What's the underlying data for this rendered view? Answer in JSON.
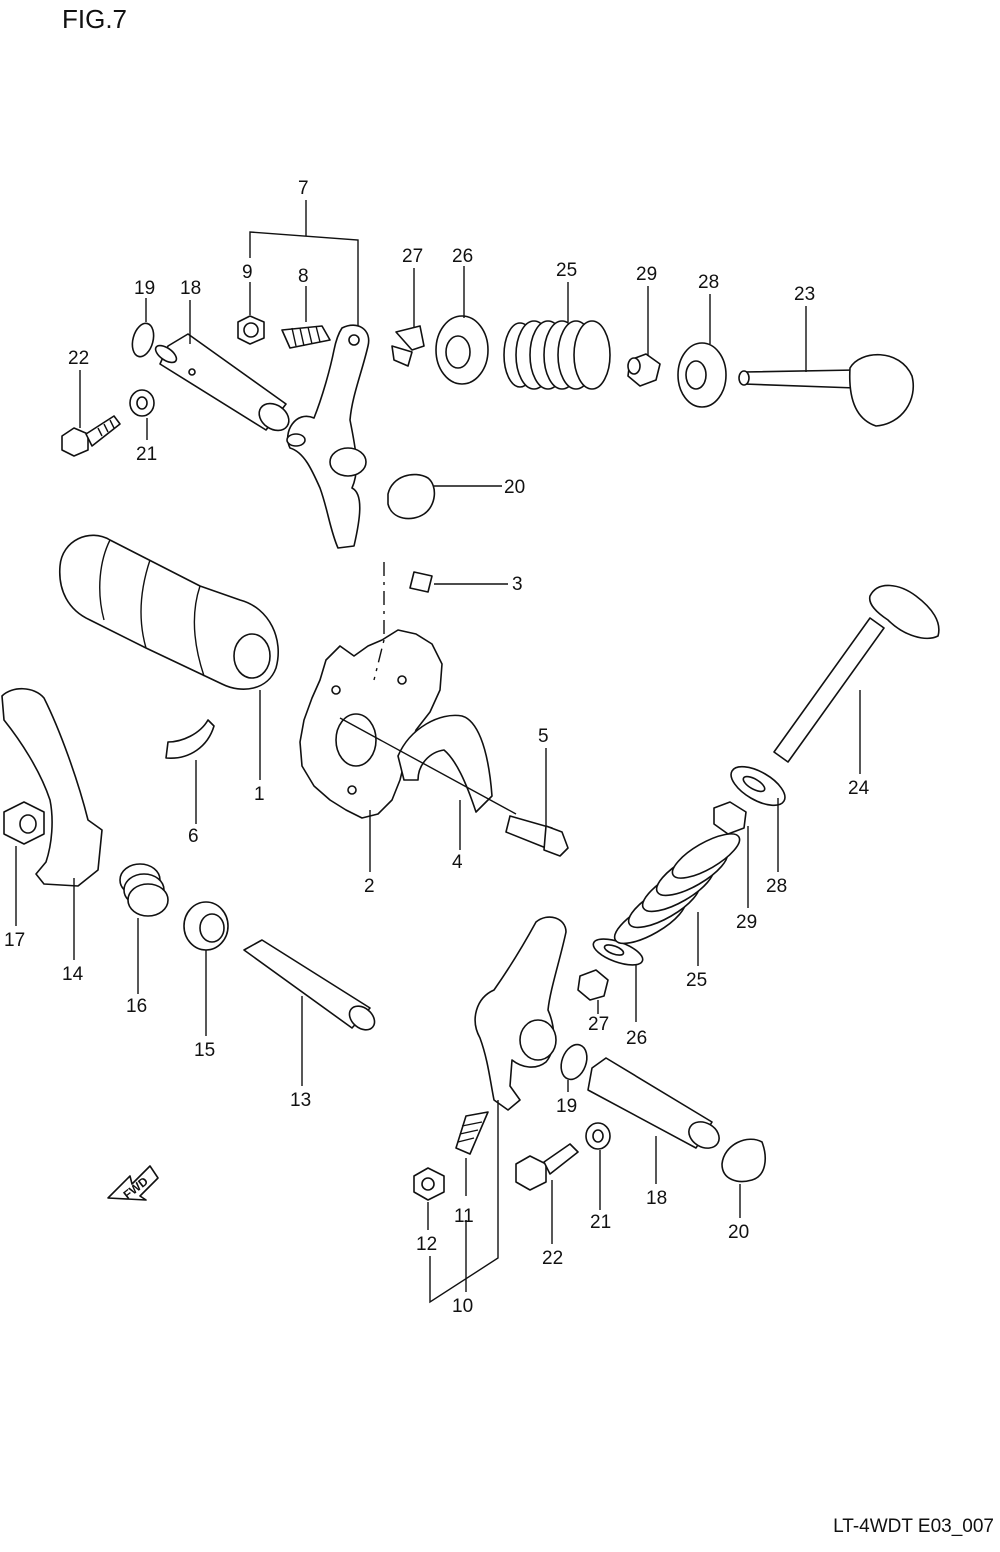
{
  "figure": {
    "title": "FIG.7",
    "code": "LT-4WDT E03_007"
  },
  "fwd_label": "FWD",
  "callouts": {
    "c1": "1",
    "c2": "2",
    "c3": "3",
    "c4": "4",
    "c5": "5",
    "c6": "6",
    "c7": "7",
    "c8_top": "8",
    "c9_top": "9",
    "c10": "10",
    "c11": "11",
    "c12": "12",
    "c13": "13",
    "c14": "14",
    "c15": "15",
    "c16": "16",
    "c17": "17",
    "c18_top": "18",
    "c18_bot": "18",
    "c19_top": "19",
    "c19_bot": "19",
    "c20_top": "20",
    "c20_bot": "20",
    "c21_top": "21",
    "c21_bot": "21",
    "c22_top": "22",
    "c22_bot": "22",
    "c23": "23",
    "c24": "24",
    "c25_top": "25",
    "c25_bot": "25",
    "c26_top": "26",
    "c26_bot": "26",
    "c27_top": "27",
    "c27_bot": "27",
    "c28_top": "28",
    "c28_bot": "28",
    "c29_top": "29",
    "c29_bot": "29"
  }
}
